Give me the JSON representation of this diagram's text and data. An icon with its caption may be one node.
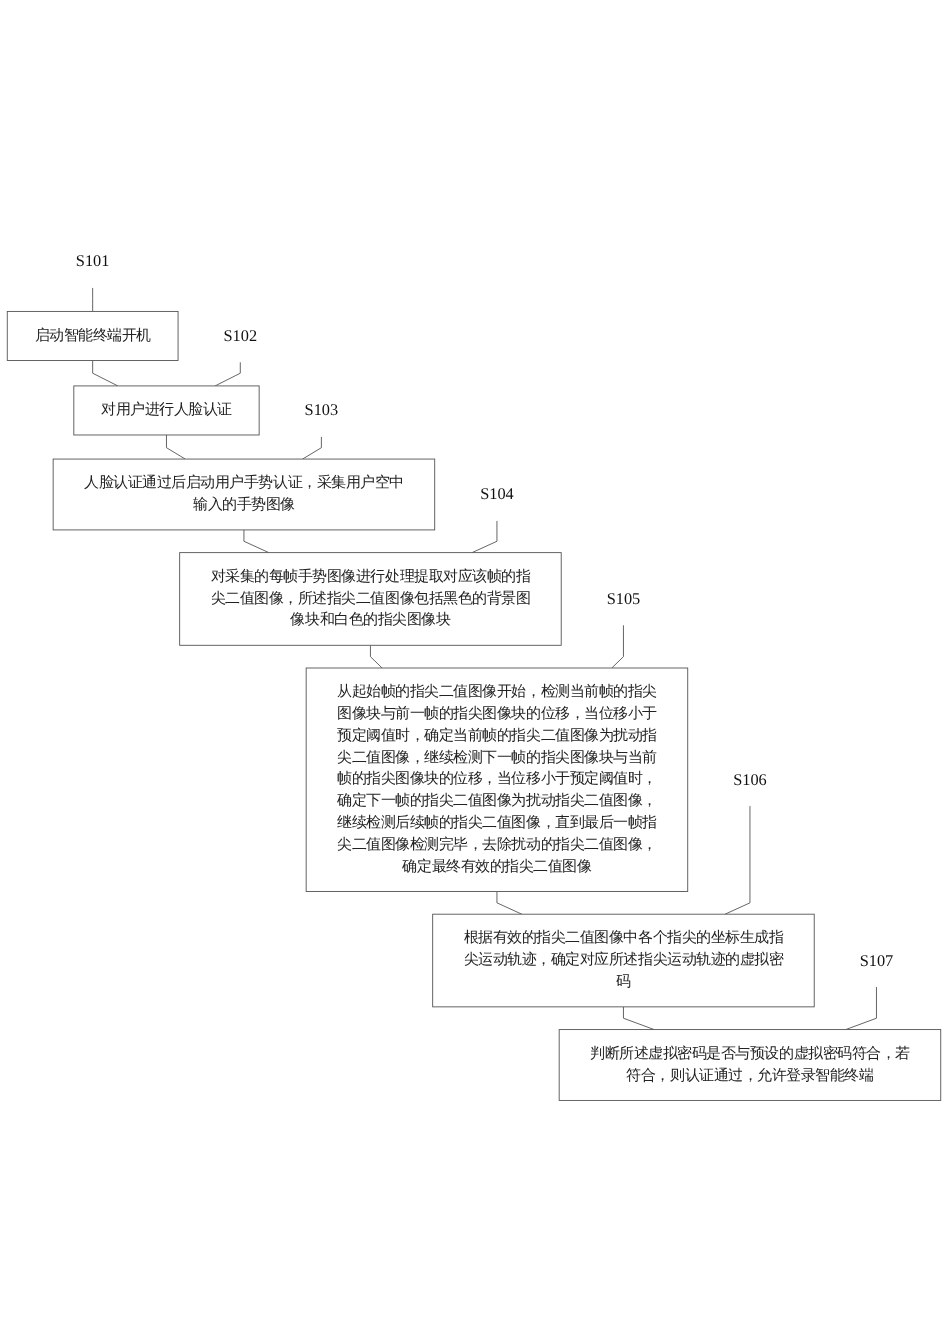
{
  "diagram": {
    "nodes": [
      {
        "text": [
          "S101"
        ]
      },
      {
        "text": [
          "启动智能终端开机"
        ]
      },
      {
        "text": [
          "S102"
        ]
      },
      {
        "text": [
          "对用户进行人脸认证"
        ]
      },
      {
        "text": [
          "S103"
        ]
      },
      {
        "text": [
          "人脸认证通过后启动用户手势认证，采集用户空中输入的手势图像"
        ]
      },
      {
        "text": [
          "S104"
        ]
      },
      {
        "text": [
          "对采集的每帧手势图像进行处理提取对应该帧的指尖二值图像，所述指尖二值图像包括黑色的背景图像块和白色的指尖图像块"
        ]
      },
      {
        "text": [
          "S105"
        ]
      },
      {
        "text": [
          "从起始帧的指尖二值图像开始，检测当前帧的指尖图像块与前一帧的指尖图像块的位移，当位移小于预定阈值时，确定当前帧的指尖二值图像为扰动指尖二值图像，继续检测下一帧的指尖图像块与当前帧的指尖图像块的位移，当位移小于预定阈值时，确定下一帧的指尖二值图像为扰动指尖二值图像，继续检测后续帧的指尖二值图像，直到最后一帧指尖二值图像检测完毕，去除扰动的指尖二值图像，确定最终有效的指尖二值图像"
        ]
      },
      {
        "text": [
          "S106"
        ]
      },
      {
        "text": [
          "根据有效的指尖二值图像中各个指尖的坐标生成指尖运动轨迹，确定对应所述指尖运动轨迹的虚拟密码"
        ]
      },
      {
        "text": [
          "S107"
        ]
      },
      {
        "text": [
          "判断所述虚拟密码是否与预设的虚拟密码符合，若符合，则认证通过，允许登录智能终端"
        ]
      }
    ],
    "edges": [
      {
        "from": 0,
        "to": 1,
        "arrow": "none"
      },
      {
        "from": 1,
        "to": 3,
        "arrow": "none"
      },
      {
        "from": 2,
        "to": 3,
        "arrow": "none"
      },
      {
        "from": 3,
        "to": 5,
        "arrow": "none"
      },
      {
        "from": 4,
        "to": 5,
        "arrow": "none"
      },
      {
        "from": 5,
        "to": 7,
        "arrow": "none"
      },
      {
        "from": 6,
        "to": 7,
        "arrow": "none"
      },
      {
        "from": 7,
        "to": 9,
        "arrow": "none"
      },
      {
        "from": 8,
        "to": 9,
        "arrow": "none"
      },
      {
        "from": 9,
        "to": 11,
        "arrow": "none"
      },
      {
        "from": 10,
        "to": 11,
        "arrow": "none"
      },
      {
        "from": 11,
        "to": 13,
        "arrow": "none"
      },
      {
        "from": 12,
        "to": 13,
        "arrow": "none"
      }
    ]
  }
}
